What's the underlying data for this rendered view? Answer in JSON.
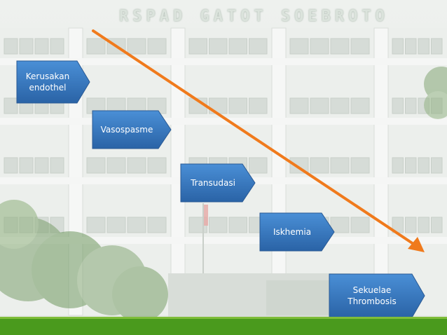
{
  "header": {
    "sign_text": "RSPAD GATOT SOEBROTO"
  },
  "steps": [
    {
      "id": "kerusakan",
      "label": "Kerusakan\nendothel"
    },
    {
      "id": "vasospasme",
      "label": "Vasospasme"
    },
    {
      "id": "transudasi",
      "label": "Transudasi"
    },
    {
      "id": "iskhemia",
      "label": "Iskhemia"
    },
    {
      "id": "sekuelae",
      "label": "Sekuelae\nThrombosis"
    }
  ],
  "colors": {
    "step_fill": "#3a7dc4",
    "step_fill_dark": "#2a63a6",
    "arrow": "#f07a1c",
    "bottom_bar": "#4a9a1d"
  }
}
